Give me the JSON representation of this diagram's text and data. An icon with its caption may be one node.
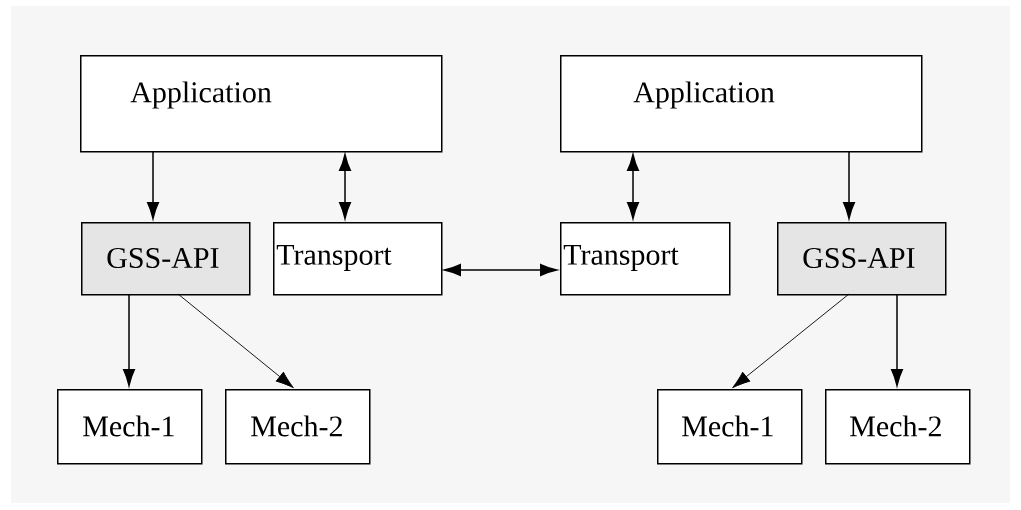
{
  "diagram": {
    "nodes": [
      {
        "text": [
          "Application"
        ]
      },
      {
        "text": [
          "Application"
        ]
      },
      {
        "text": [
          "GSS-API"
        ]
      },
      {
        "text": [
          "Transport"
        ]
      },
      {
        "text": [
          "Transport"
        ]
      },
      {
        "text": [
          "GSS-API"
        ]
      },
      {
        "text": [
          "Mech-1"
        ]
      },
      {
        "text": [
          "Mech-2"
        ]
      },
      {
        "text": [
          "Mech-1"
        ]
      },
      {
        "text": [
          "Mech-2"
        ]
      }
    ],
    "edges": [
      {
        "from": 0,
        "to": 2,
        "arrow": "to"
      },
      {
        "from": 0,
        "to": 3,
        "arrow": "both"
      },
      {
        "from": 3,
        "to": 4,
        "arrow": "both"
      },
      {
        "from": 1,
        "to": 4,
        "arrow": "both"
      },
      {
        "from": 1,
        "to": 5,
        "arrow": "to"
      },
      {
        "from": 2,
        "to": 6,
        "arrow": "to"
      },
      {
        "from": 2,
        "to": 7,
        "arrow": "to"
      },
      {
        "from": 5,
        "to": 8,
        "arrow": "to"
      },
      {
        "from": 5,
        "to": 9,
        "arrow": "to"
      }
    ]
  }
}
